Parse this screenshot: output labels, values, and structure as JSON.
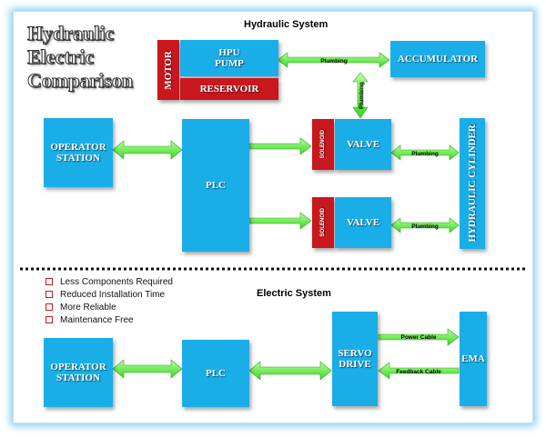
{
  "title": {
    "line1": "Hydraulic",
    "line2": "Electric",
    "line3": "Comparison"
  },
  "hydraulic": {
    "heading": "Hydraulic System",
    "motor": "MOTOR",
    "hpu_pump": "HPU PUMP",
    "reservoir": "RESERVOIR",
    "accumulator": "ACCUMULATOR",
    "operator_station": "OPERATOR STATION",
    "plc": "PLC",
    "solenoid_1": "SOLENOID",
    "solenoid_2": "SOLENOID",
    "valve_1": "VALVE",
    "valve_2": "VALVE",
    "hydraulic_cylinder": "HYDRAULIC CYLINDER",
    "plumbing_1": "Plumbing",
    "plumbing_2": "Plumbing",
    "plumbing_3": "Plumbing",
    "plumbing_4": "Plumbing"
  },
  "electric": {
    "heading": "Electric System",
    "operator_station": "OPERATOR STATION",
    "plc": "PLC",
    "servo_drive": "SERVO DRIVE",
    "ema": "EMA",
    "power_cable": "Power Cable",
    "feedback_cable": "Feedback Cable"
  },
  "benefits": [
    "Less Components Required",
    "Reduced Installation Time",
    "More Reliable",
    "Maintenance Free"
  ],
  "colors": {
    "box_blue": "#1aaee8",
    "box_red": "#c8171d",
    "arrow_green": "#6cf04a",
    "frame_glow": "#8ecdf2"
  }
}
